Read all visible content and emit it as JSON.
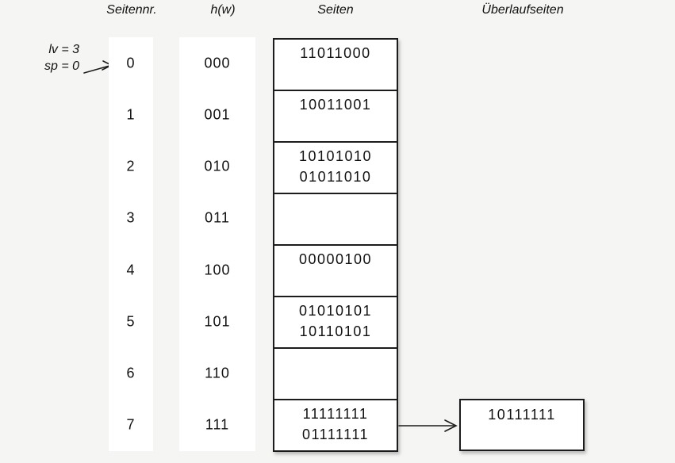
{
  "headers": {
    "page_no": "Seitennr.",
    "hash": "h(w)",
    "pages": "Seiten",
    "overflow": "Überlaufseiten"
  },
  "annotation": {
    "lv": "lv = 3",
    "sp": "sp = 0"
  },
  "rows": [
    {
      "page": "0",
      "hash": "000",
      "entries": [
        "11011000"
      ]
    },
    {
      "page": "1",
      "hash": "001",
      "entries": [
        "10011001"
      ]
    },
    {
      "page": "2",
      "hash": "010",
      "entries": [
        "10101010",
        "01011010"
      ]
    },
    {
      "page": "3",
      "hash": "011",
      "entries": []
    },
    {
      "page": "4",
      "hash": "100",
      "entries": [
        "00000100"
      ]
    },
    {
      "page": "5",
      "hash": "101",
      "entries": [
        "01010101",
        "10110101"
      ]
    },
    {
      "page": "6",
      "hash": "110",
      "entries": []
    },
    {
      "page": "7",
      "hash": "111",
      "entries": [
        "11111111",
        "01111111"
      ]
    }
  ],
  "overflow_pages": [
    {
      "attached_to_page": "7",
      "entries": [
        "10111111"
      ]
    }
  ],
  "colors": {
    "background": "#f5f5f3",
    "strip": "#ffffff",
    "box_fill": "#ffffff",
    "border": "#1c1c1c",
    "text": "#111111"
  }
}
